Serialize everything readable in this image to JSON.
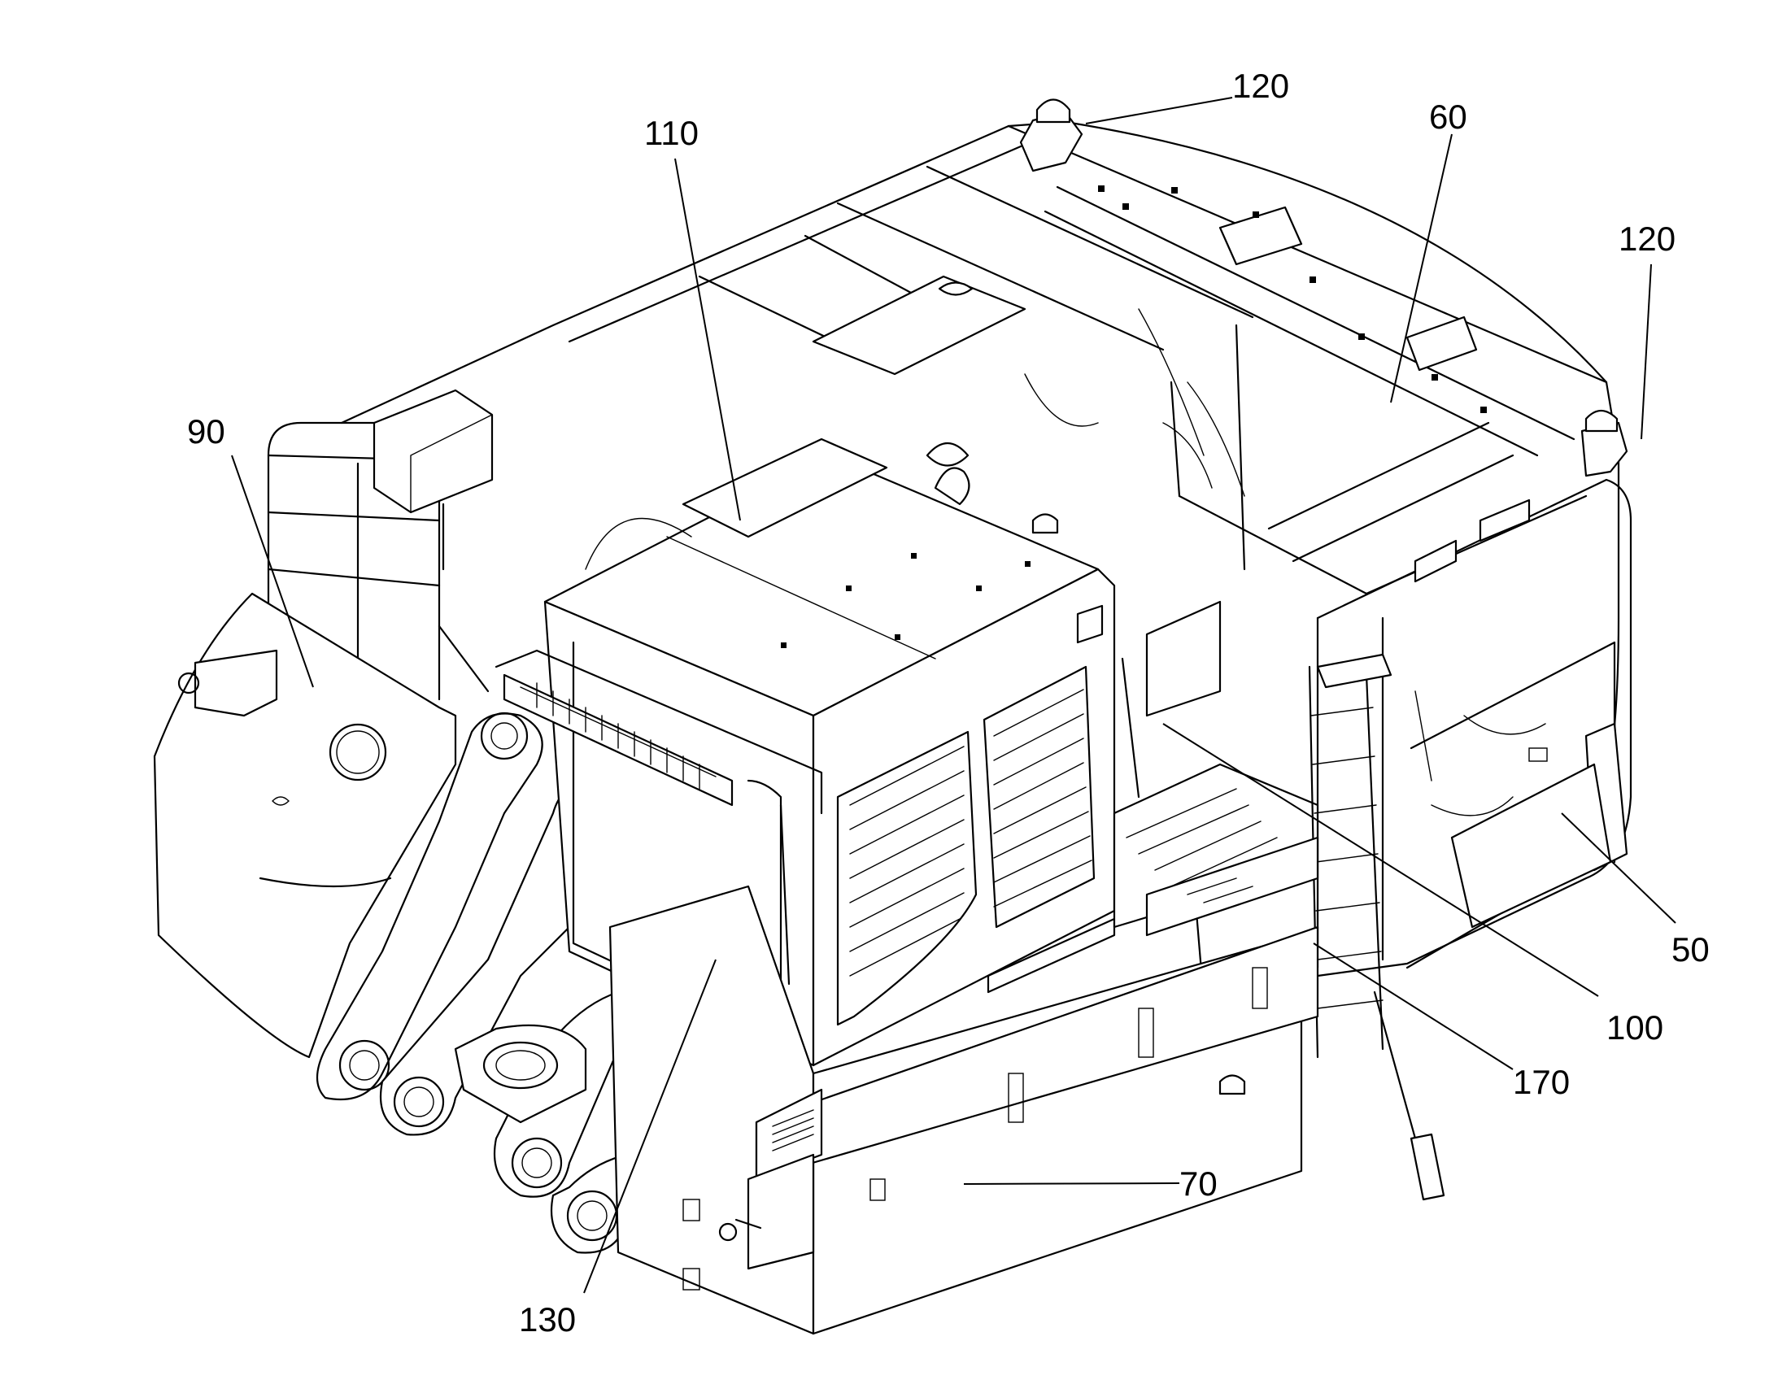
{
  "figure": {
    "callouts": [
      {
        "id": "callout-120-top",
        "label": "120"
      },
      {
        "id": "callout-110",
        "label": "110"
      },
      {
        "id": "callout-60",
        "label": "60"
      },
      {
        "id": "callout-120-right",
        "label": "120"
      },
      {
        "id": "callout-90",
        "label": "90"
      },
      {
        "id": "callout-50",
        "label": "50"
      },
      {
        "id": "callout-100",
        "label": "100"
      },
      {
        "id": "callout-170",
        "label": "170"
      },
      {
        "id": "callout-70",
        "label": "70"
      },
      {
        "id": "callout-130",
        "label": "130"
      }
    ]
  }
}
